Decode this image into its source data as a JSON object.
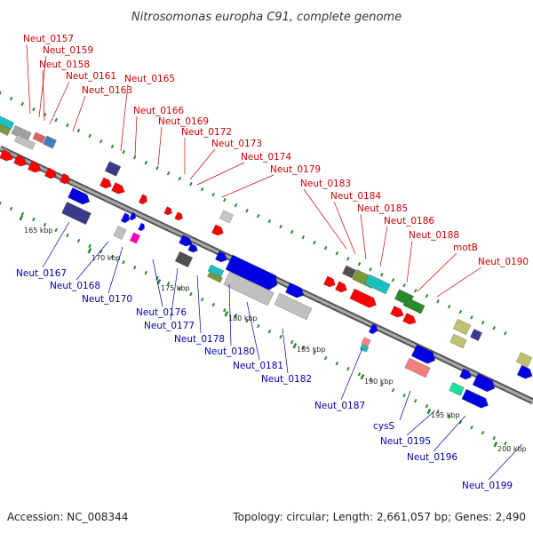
{
  "title": "Nitrosomonas europha C91, complete genome",
  "footer": {
    "accession": "Accession: NC_008344",
    "summary": "Topology: circular; Length: 2,661,057 bp; Genes: 2,490"
  },
  "colors": {
    "forward_label": "#cc0000",
    "reverse_label": "#0000aa",
    "backbone": "#7f7f7f",
    "tick_dots": "#2a8a2a"
  },
  "ticks": [
    "165 kbp",
    "170 kbp",
    "175 kbp",
    "180 kbp",
    "185 kbp",
    "190 kbp",
    "195 kbp",
    "200 kbp"
  ],
  "forward_labels": [
    "Neut_0157",
    "Neut_0159",
    "Neut_0158",
    "Neut_0161",
    "Neut_0163",
    "Neut_0165",
    "Neut_0166",
    "Neut_0169",
    "Neut_0172",
    "Neut_0173",
    "Neut_0174",
    "Neut_0179",
    "Neut_0183",
    "Neut_0184",
    "Neut_0185",
    "Neut_0186",
    "Neut_0188",
    "motB",
    "Neut_0190"
  ],
  "reverse_labels": [
    "Neut_0167",
    "Neut_0168",
    "Neut_0170",
    "Neut_0176",
    "Neut_0177",
    "Neut_0178",
    "Neut_0180",
    "Neut_0181",
    "Neut_0182",
    "Neut_0187",
    "cysS",
    "Neut_0195",
    "Neut_0196",
    "Neut_0199"
  ]
}
